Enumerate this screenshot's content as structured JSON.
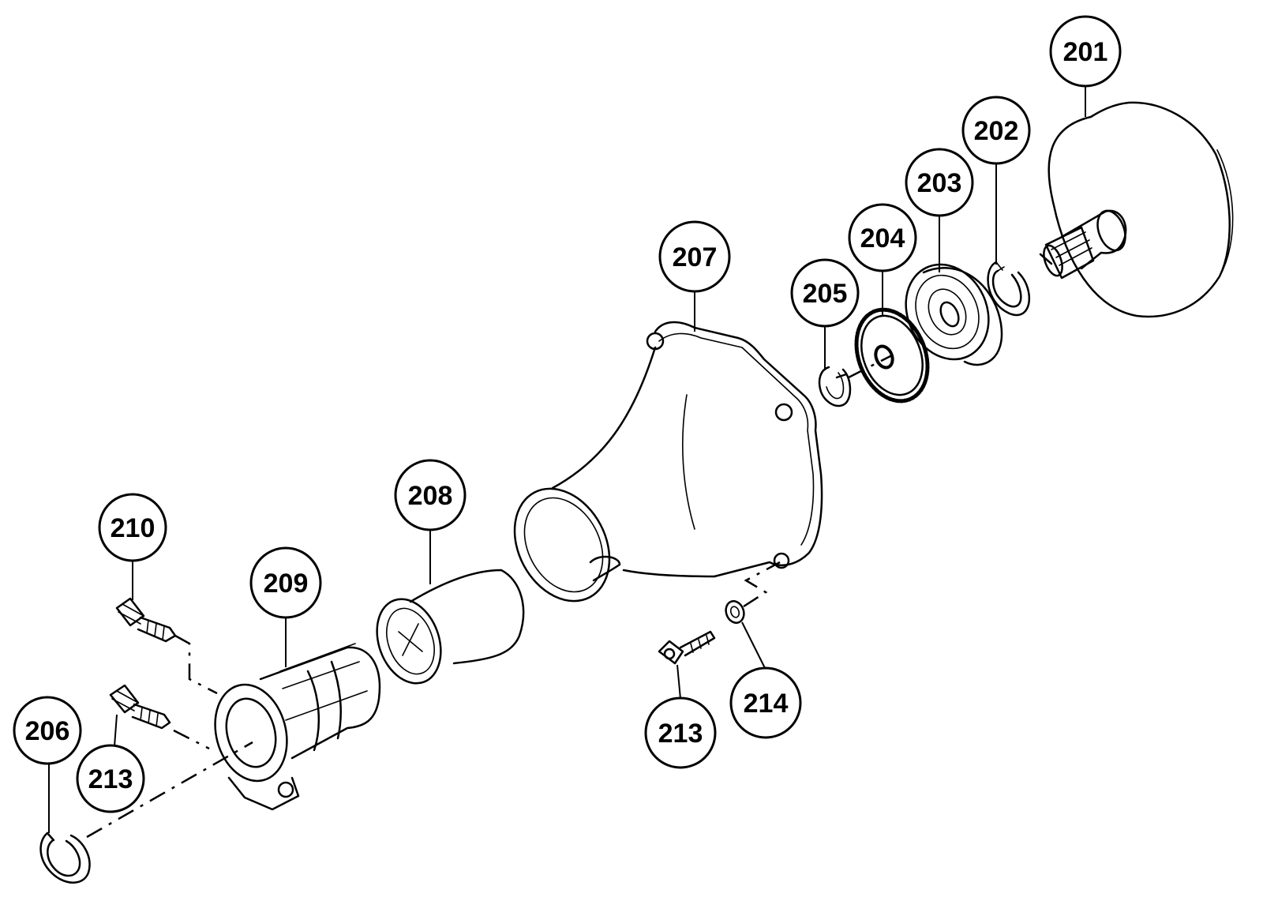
{
  "callouts": [
    {
      "id": "c201",
      "label": "201"
    },
    {
      "id": "c202",
      "label": "202"
    },
    {
      "id": "c203",
      "label": "203"
    },
    {
      "id": "c204",
      "label": "204"
    },
    {
      "id": "c205",
      "label": "205"
    },
    {
      "id": "c206",
      "label": "206"
    },
    {
      "id": "c207",
      "label": "207"
    },
    {
      "id": "c208",
      "label": "208"
    },
    {
      "id": "c209",
      "label": "209"
    },
    {
      "id": "c210",
      "label": "210"
    },
    {
      "id": "c213a",
      "label": "213"
    },
    {
      "id": "c213b",
      "label": "213"
    },
    {
      "id": "c214",
      "label": "214"
    }
  ]
}
